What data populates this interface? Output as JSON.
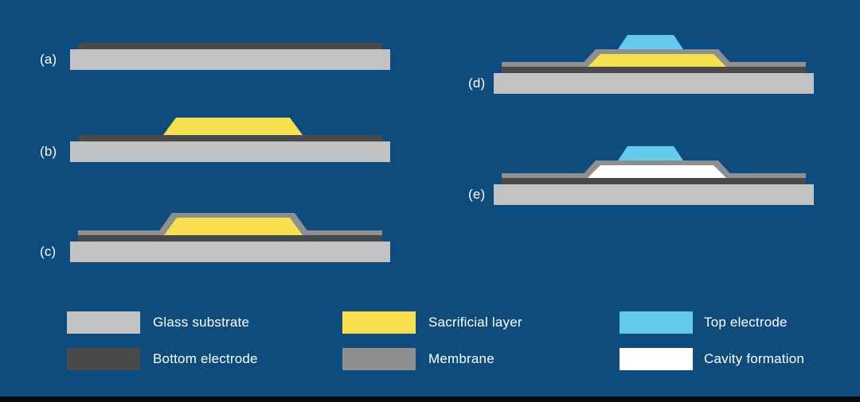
{
  "colors": {
    "background": "#0E4C7D",
    "glass_substrate": "#C1C2C4",
    "bottom_electrode": "#4A4A4C",
    "sacrificial_layer": "#F6E050",
    "membrane": "#8D8F91",
    "top_electrode": "#64CBEC",
    "cavity": "#FFFFFF",
    "text": "#FFFFFF",
    "footer_bar": "#0A0A0A"
  },
  "steps": [
    {
      "label": "(a)"
    },
    {
      "label": "(b)"
    },
    {
      "label": "(c)"
    },
    {
      "label": "(d)"
    },
    {
      "label": "(e)"
    }
  ],
  "legend": {
    "items": [
      {
        "label": "Glass substrate",
        "color": "glass_substrate"
      },
      {
        "label": "Bottom electrode",
        "color": "bottom_electrode"
      },
      {
        "label": "Sacrificial layer",
        "color": "sacrificial_layer"
      },
      {
        "label": "Membrane",
        "color": "membrane"
      },
      {
        "label": "Top electrode",
        "color": "top_electrode"
      },
      {
        "label": "Cavity formation",
        "color": "cavity"
      }
    ]
  }
}
